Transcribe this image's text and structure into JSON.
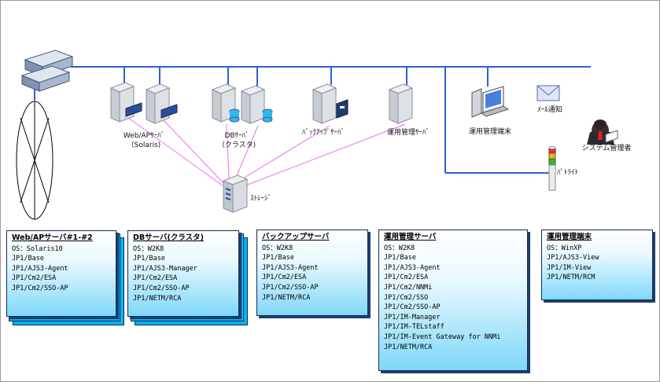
{
  "nodes": {
    "web_ap": "Web/APｻｰﾊﾞ\n（Solaris)",
    "db": "DBｻｰﾊﾞ\n（クラスタ)",
    "backup": "ﾊﾞｯｸｱｯﾌﾟｻｰﾊﾞ",
    "ops_server": "運用管理ｻｰﾊﾞ",
    "ops_terminal": "運用管理端末",
    "mail": "ﾒｰﾙ通知",
    "admin": "システム管理者",
    "patlite": "ﾊﾟﾄﾗｲﾄ",
    "storage": "ｽﾄﾚｰｼﾞ"
  },
  "cards": {
    "web": {
      "title": "Web/APサーバ#1-#2",
      "items": [
        "OS：Solaris10",
        "JP1/Base",
        "JP1/AJS3-Agent",
        "JP1/Cm2/ESA",
        "JP1/Cm2/SSO-AP"
      ]
    },
    "db": {
      "title": "DBサーバ(クラスタ)",
      "items": [
        "OS：W2K8",
        "JP1/Base",
        "JP1/AJS3-Manager",
        "JP1/Cm2/ESA",
        "JP1/Cm2/SSO-AP",
        "JP1/NETM/RCA"
      ]
    },
    "backup": {
      "title": "バックアップサーバ",
      "items": [
        "OS：W2K8",
        "JP1/Base",
        "JP1/AJS3-Agent",
        "JP1/Cm2/ESA",
        "JP1/Cm2/SSO-AP",
        "JP1/NETM/RCA"
      ]
    },
    "ops": {
      "title": "運用管理サーバ",
      "items": [
        "OS：W2K8",
        "JP1/Base",
        "JP1/AJS3-Agent",
        "JP1/Cm2/ESA",
        "JP1/Cm2/NNMi",
        "JP1/Cm2/SSO",
        "JP1/Cm2/SSO-AP",
        "JP1/IM-Manager",
        "JP1/IM-TELstaff",
        "JP1/IM-Event Gateway for NNMi",
        "JP1/NETM/RCA"
      ]
    },
    "terminal": {
      "title": "運用管理端末",
      "items": [
        "OS：WinXP",
        "JP1/AJS3-View",
        "JP1/IM-View",
        "JP1/NETM/RCM"
      ]
    }
  },
  "colors": {
    "lan": "#2e5fd6",
    "san": "#f06cf0",
    "card": "#00b4f0"
  }
}
